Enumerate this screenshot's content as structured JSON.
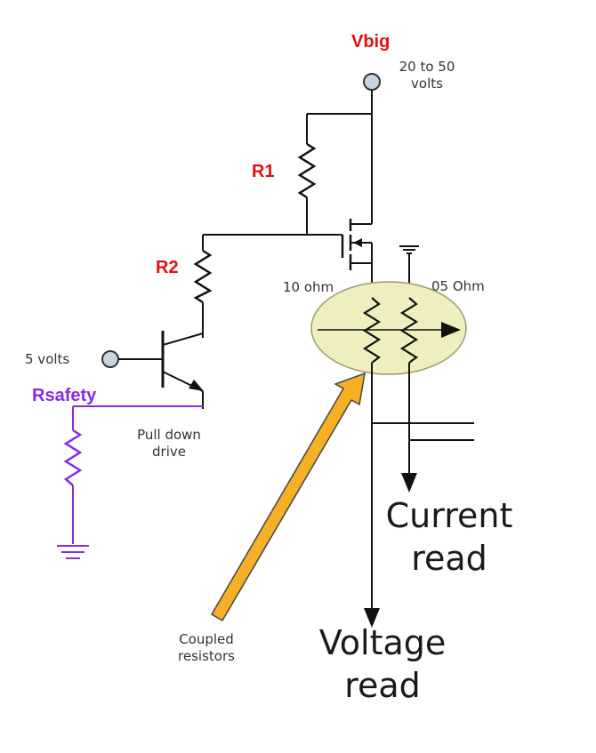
{
  "labels": {
    "vbig": "Vbig",
    "vbig_range_line1": "20 to 50",
    "vbig_range_line2": "volts",
    "r1": "R1",
    "r2": "R2",
    "ten_ohm": "10 ohm",
    "five_ohm": "05 Ohm",
    "five_volts": "5 volts",
    "rsafety": "Rsafety",
    "pull_down_line1": "Pull down",
    "pull_down_line2": "drive",
    "coupled_line1": "Coupled",
    "coupled_line2": "resistors",
    "current_line1": "Current",
    "current_line2": "read",
    "voltage_line1": "Voltage",
    "voltage_line2": "read"
  },
  "colors": {
    "wire": "#111111",
    "purple_wire": "#8a2be2",
    "ellipse_fill": "#eeeebe",
    "arrow_fill": "#f5b026",
    "label_red": "#e01010",
    "label_purple": "#8a2be2"
  }
}
